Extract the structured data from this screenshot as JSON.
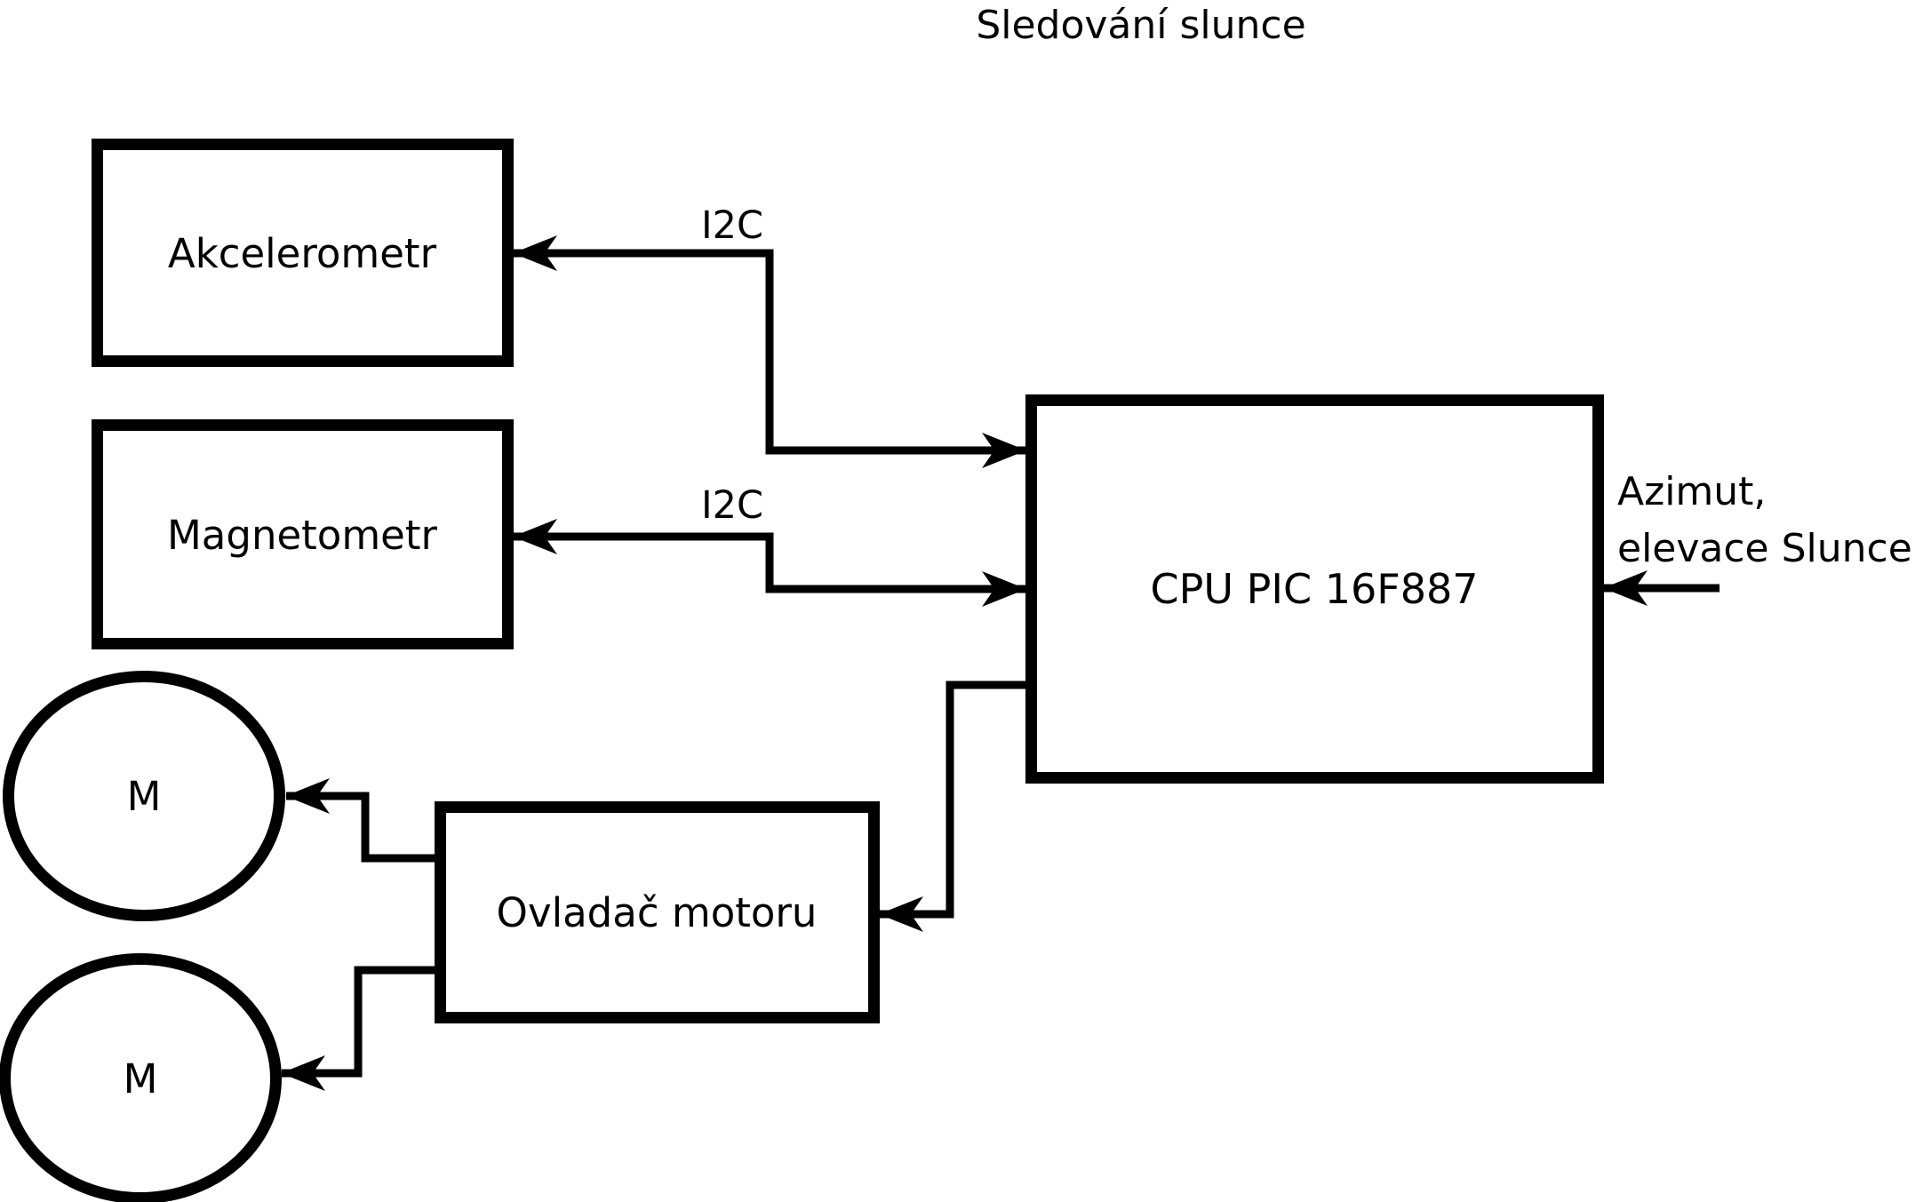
{
  "title": "Sledování slunce",
  "blocks": {
    "akcelerometr": {
      "label": "Akcelerometr"
    },
    "magnetometr": {
      "label": "Magnetometr"
    },
    "cpu": {
      "label": "CPU PIC 16F887"
    },
    "ovladac_motoru": {
      "label": "Ovladač motoru"
    },
    "motor_top": {
      "label": "M"
    },
    "motor_bottom": {
      "label": "M"
    }
  },
  "connections": {
    "i2c_akcelerometr": {
      "label": "I2C"
    },
    "i2c_magnetometr": {
      "label": "I2C"
    },
    "azimut_input": {
      "label_line1": "Azimut,",
      "label_line2": "elevace Slunce"
    }
  },
  "colors": {
    "line": "#000000",
    "text": "#000000",
    "box_fill": "#ffffff",
    "background": "#ffffff"
  }
}
